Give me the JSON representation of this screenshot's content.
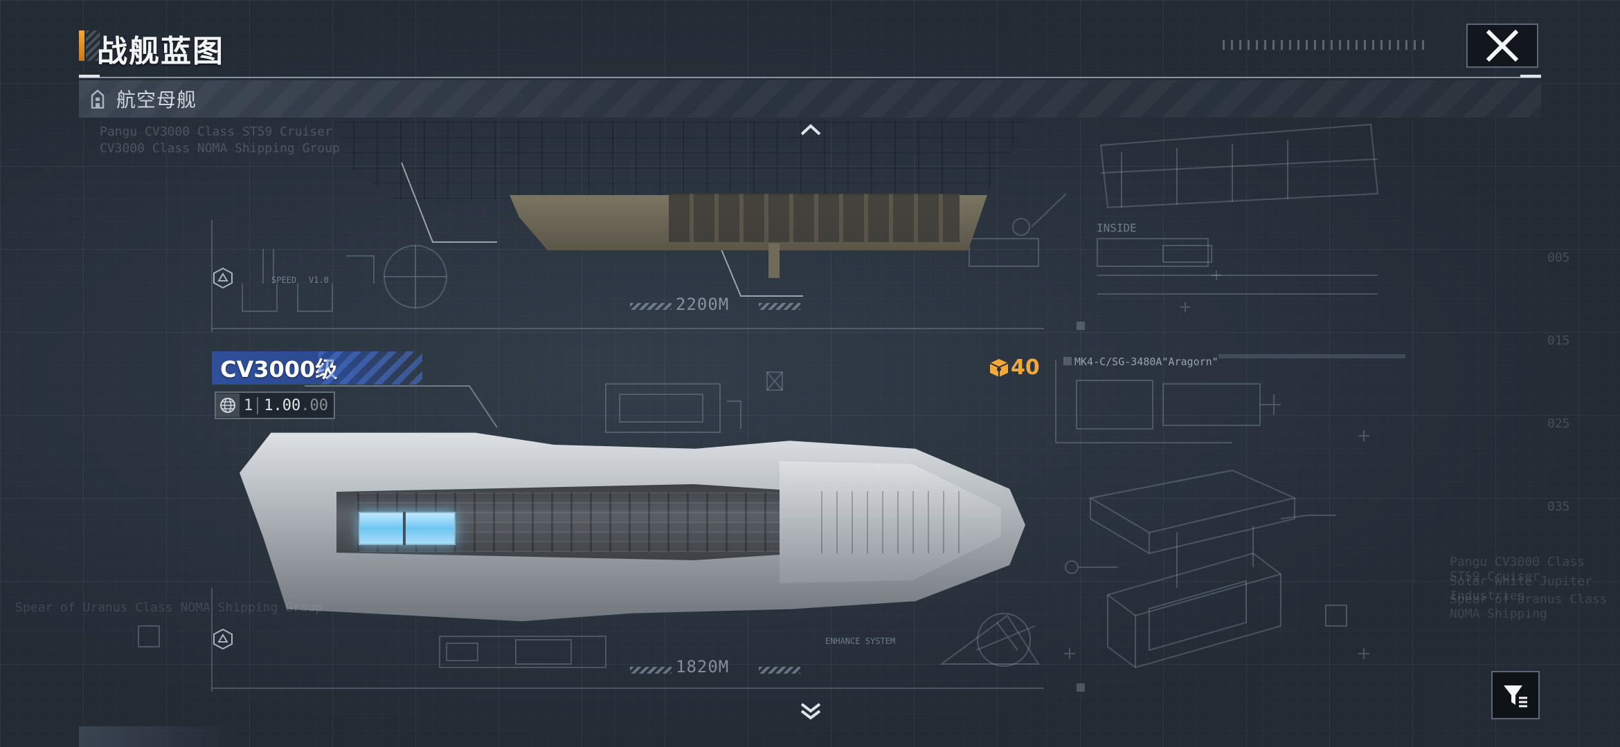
{
  "header": {
    "title": "战舰蓝图",
    "close_icon": "close-icon"
  },
  "category": {
    "label": "航空母舰",
    "icon": "carrier-building-icon"
  },
  "ships": [
    {
      "length_label": "2200M",
      "watermark_lines": [
        "Pangu CV3000 Class ST59 Cruiser",
        "CV3000 Class NOMA Shipping Group"
      ],
      "label_inside": "INSIDE",
      "label_top_left_1": "SPEED",
      "label_top_left_2": "V1.0"
    },
    {
      "class_name": "CV3000级",
      "stat_index": "1",
      "stat_value": "1.00",
      "stat_value_dim": ".00",
      "cost_value": "40",
      "length_label": "1820M",
      "weapon_label": "MK4-C/SG-3480A\"Aragorn\"",
      "label_enhance": "ENHANCE SYSTEM",
      "watermark_left": "Spear of Uranus Class NOMA Shipping Group",
      "watermark_right_lines": [
        "Pangu CV3000 Class ST59 Cruiser",
        "Solar White Jupiter Industries",
        "Spear of Uranus Class NOMA Shipping"
      ]
    }
  ],
  "colors": {
    "accent_orange": "#f2a93a",
    "badge_blue": "#2f4f9c",
    "background": "#27303b"
  }
}
